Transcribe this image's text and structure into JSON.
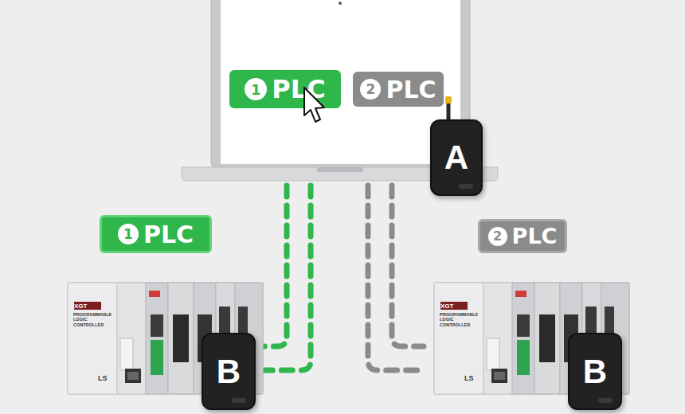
{
  "diagram": {
    "nodes": [
      {
        "text": [
          "1",
          "PLC"
        ]
      },
      {
        "text": [
          "2",
          "PLC"
        ]
      },
      {
        "text": [
          "A"
        ]
      },
      {
        "text": [
          "1",
          "PLC"
        ]
      },
      {
        "text": [
          "2",
          "PLC"
        ]
      },
      {
        "text": [
          "B"
        ]
      },
      {
        "text": [
          "B"
        ]
      }
    ],
    "labels": [
      "XGT",
      "PROGRAMMABLE LOGIC CONTROLLER",
      "LS",
      "XGT",
      "PROGRAMMABLE LOGIC CONTROLLER",
      "LS"
    ]
  }
}
